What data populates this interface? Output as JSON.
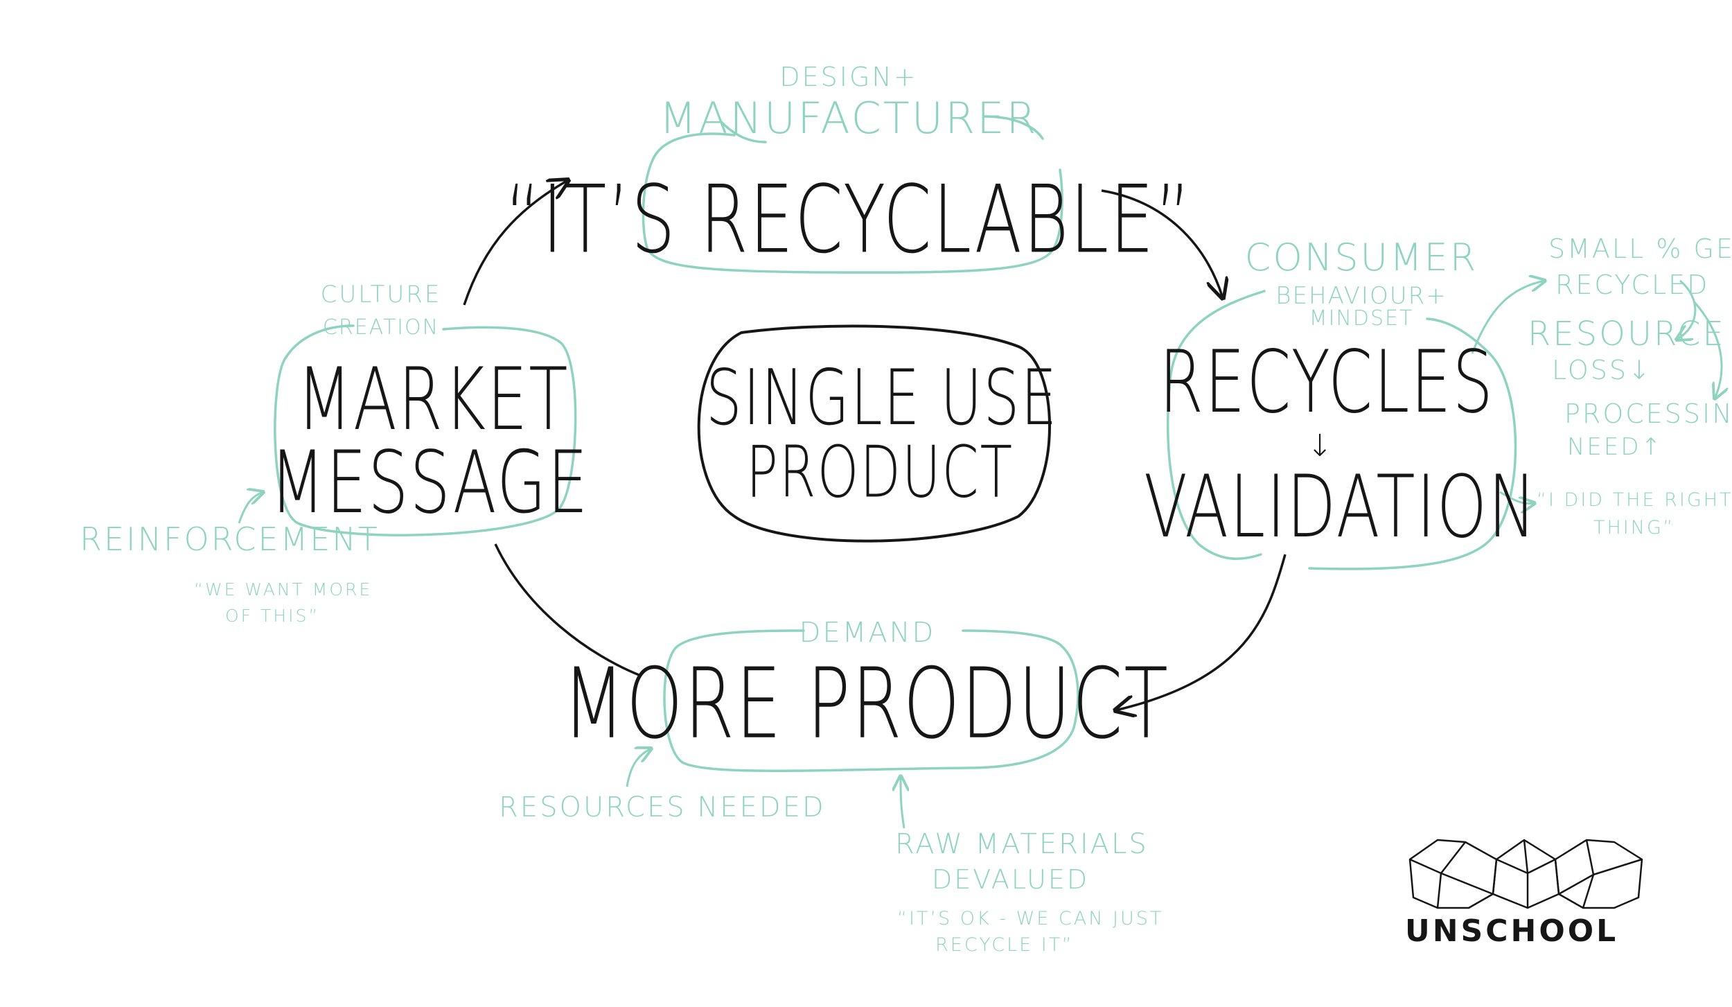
{
  "colors": {
    "accent": "#8ed3c0",
    "ink": "#161616",
    "background": "#ffffff"
  },
  "top_node": {
    "group_line1": "DESIGN+",
    "group_line2": "MANUFACTURER",
    "title": "“IT’S RECYCLABLE”"
  },
  "center_node": {
    "line1": "SINGLE USE",
    "line2": "PRODUCT"
  },
  "left_node": {
    "group_line1": "CULTURE",
    "group_line2": "CREATION",
    "line1": "MARKET",
    "line2": "MESSAGE",
    "side_label": "REINFORCEMENT",
    "quote_line1": "“WE WANT MORE",
    "quote_line2": "OF THIS”"
  },
  "right_node": {
    "group_line1": "CONSUMER",
    "group_line2": "BEHAVIOUR+",
    "group_line3": "MINDSET",
    "line1": "RECYCLES",
    "arrow_glyph": "↓",
    "line2": "VALIDATION",
    "notes": {
      "small_gets_line1": "SMALL % GETS",
      "small_gets_line2": "RECYCLED",
      "resource_line1": "RESOURCE",
      "resource_line2": "LOSS↓",
      "processing_line1": "PROCESSING",
      "processing_line2": "NEED↑",
      "quote_line1": "“I DID THE RIGHT",
      "quote_line2": "THING”"
    }
  },
  "bottom_node": {
    "group_label": "DEMAND",
    "title": "MORE PRODUCT",
    "resources_label": "RESOURCES NEEDED",
    "raw_line1": "RAW MATERIALS",
    "raw_line2": "DEVALUED",
    "quote_line1": "“IT’S OK - WE CAN JUST",
    "quote_line2": "RECYCLE IT”"
  },
  "logo": {
    "text": "UNSCHOOL"
  }
}
